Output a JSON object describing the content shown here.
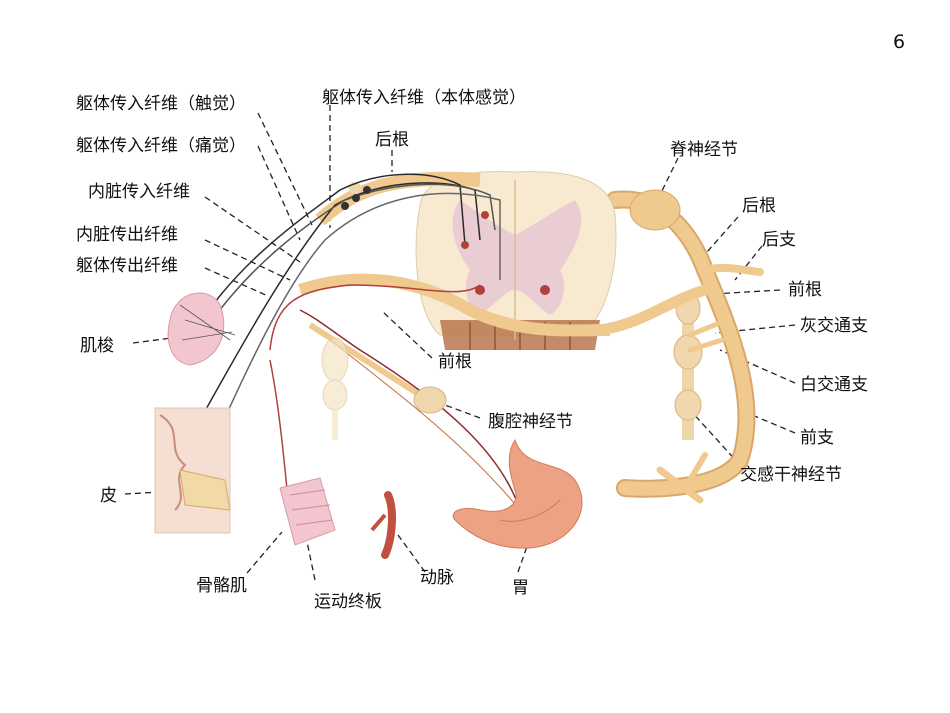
{
  "page_number": "6",
  "labels": {
    "somatic_afferent_touch": "躯体传入纤维（触觉）",
    "somatic_afferent_proprio": "躯体传入纤维（本体感觉）",
    "somatic_afferent_pain": "躯体传入纤维（痛觉）",
    "visceral_afferent": "内脏传入纤维",
    "visceral_efferent": "内脏传出纤维",
    "somatic_efferent": "躯体传出纤维",
    "muscle_spindle": "肌梭",
    "skin": "皮",
    "skeletal_muscle": "骨骼肌",
    "motor_end_plate": "运动终板",
    "artery": "动脉",
    "stomach": "胃",
    "celiac_ganglion": "腹腔神经节",
    "anterior_root_mid": "前根",
    "posterior_root_top": "后根",
    "spinal_ganglion": "脊神经节",
    "posterior_root_right": "后根",
    "posterior_branch": "后支",
    "anterior_root_right": "前根",
    "gray_communicating": "灰交通支",
    "white_communicating": "白交通支",
    "anterior_branch": "前支",
    "sympathetic_trunk_ganglion": "交感干神经节"
  },
  "colors": {
    "nerve": "#f0c98e",
    "nerve_edge": "#d9a868",
    "cord_white": "#f7ead0",
    "cord_gray": "#e6c8d2",
    "root_dark": "#b9774f",
    "stomach": "#eda283",
    "muscle": "#f3c6cf",
    "fiber_dark": "#2a2a2a",
    "fiber_red": "#b0413a"
  }
}
